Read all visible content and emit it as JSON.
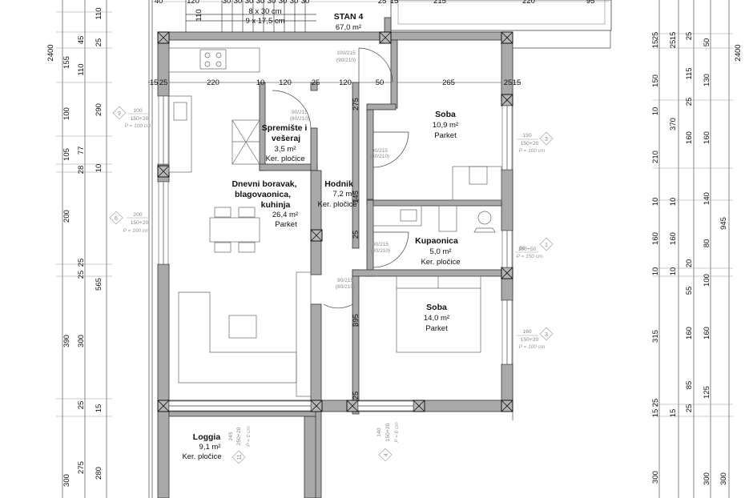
{
  "stair": {
    "line1": "8 x 30 cm",
    "line2": "9 x 17,5 cm"
  },
  "unit": {
    "name": "STAN 4",
    "area": "67,0 m²"
  },
  "rooms": [
    {
      "name_lines": [
        "Spremište i",
        "vešeraj"
      ],
      "area": "3,5 m²",
      "floor": "Ker. pločice"
    },
    {
      "name_lines": [
        "Dnevni boravak,",
        "blagovaonica,",
        "kuhinja"
      ],
      "area": "26,4 m²",
      "floor": "Parket"
    },
    {
      "name_lines": [
        "Hodnik"
      ],
      "area": "7,2 m²",
      "floor": "Ker. pločice"
    },
    {
      "name_lines": [
        "Soba"
      ],
      "area": "10,9 m²",
      "floor": "Parket"
    },
    {
      "name_lines": [
        "Kupaonica"
      ],
      "area": "5,0 m²",
      "floor": "Ker. pločice"
    },
    {
      "name_lines": [
        "Soba"
      ],
      "area": "14,0 m²",
      "floor": "Parket"
    },
    {
      "name_lines": [
        "Loggia"
      ],
      "area": "9,1 m²",
      "floor": "Ker. pločice"
    }
  ],
  "dims_top": [
    "40",
    "120",
    "30",
    "30",
    "30",
    "30",
    "30",
    "30",
    "30",
    "30",
    "25",
    "15",
    "215",
    "220",
    "95"
  ],
  "dims_row2": [
    "15",
    "25",
    "220",
    "10",
    "120",
    "25",
    "120",
    "50",
    "265",
    "25",
    "15"
  ],
  "dims_interior": [
    "110",
    "275",
    "145",
    "25",
    "25",
    "395"
  ],
  "dims_left_outer": [
    "2400"
  ],
  "dims_left_mid": [
    "155",
    "565",
    "390"
  ],
  "dims_left_inner": [
    "110",
    "45",
    "25",
    "110",
    "290",
    "100",
    "105",
    "77",
    "28",
    "10",
    "200",
    "25",
    "25",
    "300",
    "25",
    "15",
    "275",
    "280",
    "300"
  ],
  "dims_right_outer": [
    "2400",
    "945"
  ],
  "dims_right_mid": [
    "25",
    "15",
    "150",
    "10",
    "370",
    "210",
    "10",
    "160",
    "10",
    "315",
    "15",
    "25",
    "300"
  ],
  "dims_right_inner": [
    "15",
    "25",
    "115",
    "25",
    "160",
    "10",
    "160",
    "10",
    "55",
    "160",
    "85",
    "125",
    "15",
    "25",
    "300"
  ],
  "dims_right_far": [
    "50",
    "130",
    "160",
    "140",
    "80",
    "20",
    "100",
    "160",
    "25",
    "300"
  ],
  "door_tags": [
    "100/215",
    "(90/210)",
    "90/215",
    "(80/210)",
    "90/215",
    "(80/210)",
    "90/215",
    "(80/210)",
    "90/215",
    "(80/210)"
  ],
  "windows": [
    {
      "num": "9",
      "size": "100",
      "sub": "150+20",
      "p": "P = 100 cm"
    },
    {
      "num": "6",
      "size": "200",
      "sub": "150+20",
      "p": "P = 100 cm"
    },
    {
      "num": "3",
      "size": "150",
      "sub": "150+20",
      "p": "P = 100 cm"
    },
    {
      "num": "1",
      "size": "60",
      "sub": "100+50",
      "p": "P = 150 cm"
    },
    {
      "num": "3",
      "size": "160",
      "sub": "150+20",
      "p": "P = 100 cm"
    },
    {
      "num": "11",
      "size": "245",
      "sub": "250+20",
      "p": "P = 0 cm"
    },
    {
      "num": "4",
      "size": "140",
      "sub": "150+20",
      "p": "P = 0 cm"
    }
  ]
}
